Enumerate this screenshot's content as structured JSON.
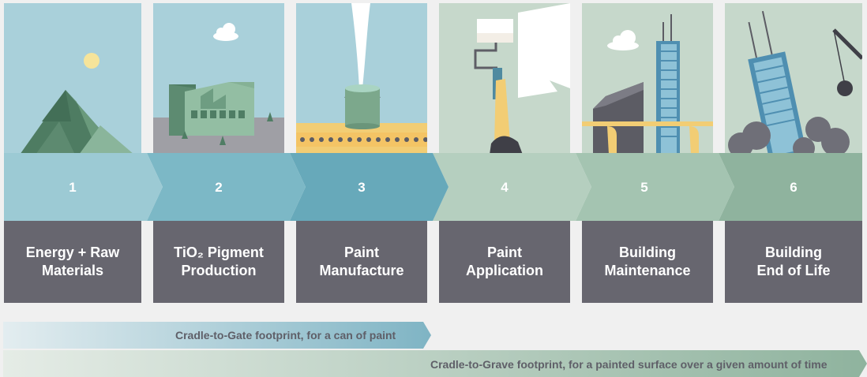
{
  "stages": [
    {
      "number": "1",
      "label_lines": [
        "Energy + Raw",
        "Materials"
      ]
    },
    {
      "number": "2",
      "label_lines": [
        "TiO₂ Pigment",
        "Production"
      ]
    },
    {
      "number": "3",
      "label_lines": [
        "Paint",
        "Manufacture"
      ]
    },
    {
      "number": "4",
      "label_lines": [
        "Paint",
        "Application"
      ]
    },
    {
      "number": "5",
      "label_lines": [
        "Building",
        "Maintenance"
      ]
    },
    {
      "number": "6",
      "label_lines": [
        "Building",
        "End of Life"
      ]
    }
  ],
  "footprints": {
    "gate": "Cradle-to-Gate footprint, for a can of paint",
    "grave": "Cradle-to-Grave footprint, for a painted surface over a given amount of time"
  },
  "colors": {
    "sky_blue": "#a9d0da",
    "sky_sage": "#c6d8cb",
    "arrow_1": "#9ccad4",
    "arrow_2": "#7cb8c6",
    "arrow_3": "#67a9ba",
    "arrow_4": "#b5cfbf",
    "arrow_5": "#a4c4b1",
    "arrow_6": "#8fb39e",
    "label_bg": "#67666f",
    "page_bg": "#f0f0f0"
  }
}
